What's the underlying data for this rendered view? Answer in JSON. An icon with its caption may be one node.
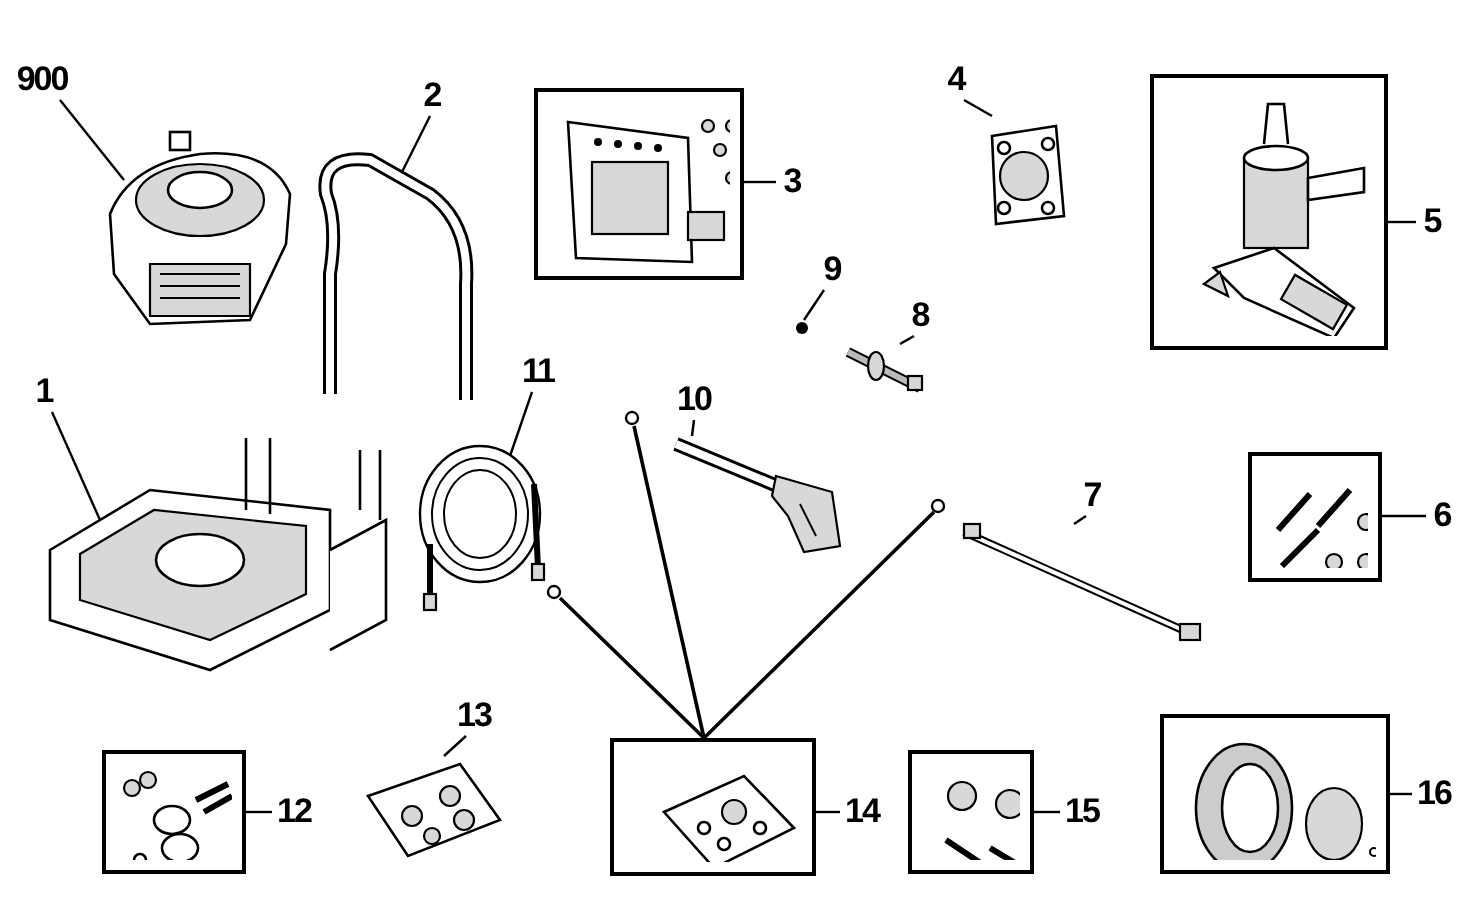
{
  "diagram": {
    "nodes": [
      {
        "text": [
          "900"
        ]
      },
      {
        "text": [],
        "shape": "picture"
      },
      {
        "text": [
          "2"
        ]
      },
      {
        "text": [],
        "shape": "picture"
      },
      {
        "text": [],
        "shape": "box"
      },
      {
        "text": [
          "3"
        ]
      },
      {
        "text": [
          "4"
        ]
      },
      {
        "text": [],
        "shape": "picture"
      },
      {
        "text": [],
        "shape": "box"
      },
      {
        "text": [
          "5"
        ]
      },
      {
        "text": [
          "9"
        ]
      },
      {
        "text": [],
        "shape": "circle"
      },
      {
        "text": [
          "8"
        ]
      },
      {
        "text": [],
        "shape": "picture"
      },
      {
        "text": [
          "1"
        ]
      },
      {
        "text": [],
        "shape": "picture"
      },
      {
        "text": [
          "11"
        ]
      },
      {
        "text": [],
        "shape": "picture"
      },
      {
        "text": [
          "10"
        ]
      },
      {
        "text": [],
        "shape": "picture"
      },
      {
        "text": [
          "7"
        ]
      },
      {
        "text": [],
        "shape": "picture"
      },
      {
        "text": [],
        "shape": "box"
      },
      {
        "text": [
          "6"
        ]
      },
      {
        "text": [],
        "shape": "circle"
      },
      {
        "text": [],
        "shape": "circle"
      },
      {
        "text": [],
        "shape": "circle"
      },
      {
        "text": [],
        "shape": "box"
      },
      {
        "text": [
          "12"
        ]
      },
      {
        "text": [
          "13"
        ]
      },
      {
        "text": [],
        "shape": "picture"
      },
      {
        "text": [],
        "shape": "box"
      },
      {
        "text": [
          "14"
        ]
      },
      {
        "text": [],
        "shape": "box"
      },
      {
        "text": [
          "15"
        ]
      },
      {
        "text": [],
        "shape": "box"
      },
      {
        "text": [
          "16"
        ]
      }
    ],
    "edges": [
      {
        "from": 0,
        "to": 1,
        "arrow": "none"
      },
      {
        "from": 2,
        "to": 3,
        "arrow": "none"
      },
      {
        "from": 5,
        "to": 4,
        "arrow": "none"
      },
      {
        "from": 6,
        "to": 7,
        "arrow": "none"
      },
      {
        "from": 9,
        "to": 8,
        "arrow": "none"
      },
      {
        "from": 10,
        "to": 11,
        "arrow": "none"
      },
      {
        "from": 12,
        "to": 13,
        "arrow": "none"
      },
      {
        "from": 14,
        "to": 15,
        "arrow": "none"
      },
      {
        "from": 16,
        "to": 17,
        "arrow": "none"
      },
      {
        "from": 18,
        "to": 19,
        "arrow": "none"
      },
      {
        "from": 20,
        "to": 21,
        "arrow": "none"
      },
      {
        "from": 23,
        "to": 22,
        "arrow": "none"
      },
      {
        "from": 28,
        "to": 27,
        "arrow": "none"
      },
      {
        "from": 29,
        "to": 30,
        "arrow": "none"
      },
      {
        "from": 32,
        "to": 31,
        "arrow": "none"
      },
      {
        "from": 34,
        "to": 33,
        "arrow": "none"
      },
      {
        "from": 36,
        "to": 35,
        "arrow": "none"
      },
      {
        "from": 31,
        "to": 24,
        "arrow": "none"
      },
      {
        "from": 31,
        "to": 25,
        "arrow": "none"
      },
      {
        "from": 31,
        "to": 26,
        "arrow": "none"
      }
    ]
  }
}
